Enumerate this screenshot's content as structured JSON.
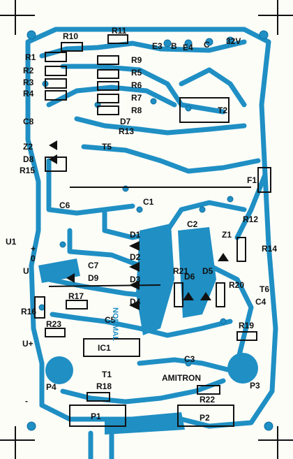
{
  "labels": {
    "R10": "R10",
    "R11": "R11",
    "E3": "E3",
    "B": "B",
    "E4": "E4",
    "C": "C",
    "V32": "32V",
    "R1": "R1",
    "R2": "R2",
    "R3": "R3",
    "R4": "R4",
    "R9": "R9",
    "R5": "R5",
    "R6": "R6",
    "R7": "R7",
    "R8": "R8",
    "D7": "D7",
    "R13": "R13",
    "T2": "T2",
    "C8": "C8",
    "T5": "T5",
    "Z2": "Z2",
    "D8": "D8",
    "R15": "R15",
    "C6": "C6",
    "C1": "C1",
    "F1": "F1",
    "C2": "C2",
    "R12": "R12",
    "Z1": "Z1",
    "R14": "R14",
    "D1": "D1",
    "D2": "D2",
    "D3": "D3",
    "D4": "D4",
    "D5": "D5",
    "D6": "D6",
    "D9": "D9",
    "C7": "C7",
    "C5": "C5",
    "C4": "C4",
    "C3": "C3",
    "R16": "R16",
    "R17": "R17",
    "R21": "R21",
    "R20": "R20",
    "T6": "T6",
    "R19": "R19",
    "R23": "R23",
    "IC1": "IC1",
    "U1": "U1",
    "U": "U",
    "U1b": "U+",
    "T1": "T1",
    "R18": "R18",
    "P4": "P4",
    "P3": "P3",
    "P1": "P1",
    "P2": "P2",
    "R22": "R22",
    "brand": "AMITRON",
    "mirror": "NORMAL",
    "plus": "+",
    "zero": "0",
    "minus": "-"
  },
  "colors": {
    "copper": "#1f8fc4",
    "copper_dark": "#0e6d9e",
    "board": "#fdfdf8",
    "ink": "#111111"
  }
}
